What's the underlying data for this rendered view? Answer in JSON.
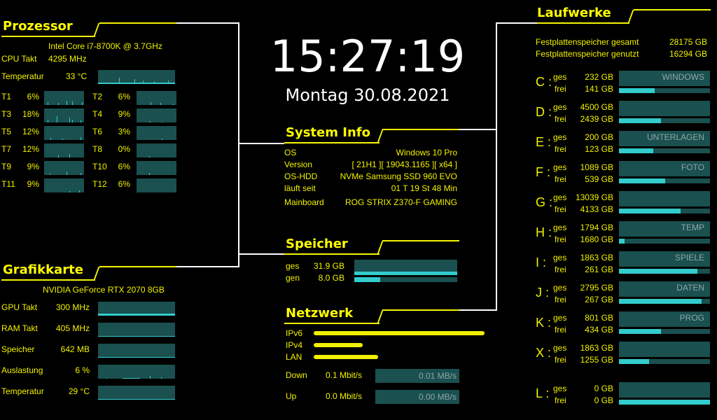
{
  "clock": {
    "time": "15:27:19",
    "date": "Montag 30.08.2021"
  },
  "processor": {
    "title": "Prozessor",
    "model": "Intel Core i7-8700K @ 3.7GHz",
    "cpu_takt_label": "CPU Takt",
    "cpu_takt_value": "4295 MHz",
    "temp_label": "Temperatur",
    "temp_value": "33 °C",
    "threads": [
      {
        "label": "T1",
        "value": "6%"
      },
      {
        "label": "T2",
        "value": "6%"
      },
      {
        "label": "T3",
        "value": "18%"
      },
      {
        "label": "T4",
        "value": "9%"
      },
      {
        "label": "T5",
        "value": "12%"
      },
      {
        "label": "T6",
        "value": "3%"
      },
      {
        "label": "T7",
        "value": "12%"
      },
      {
        "label": "T8",
        "value": "0%"
      },
      {
        "label": "T9",
        "value": "9%"
      },
      {
        "label": "T10",
        "value": "6%"
      },
      {
        "label": "T11",
        "value": "9%"
      },
      {
        "label": "T12",
        "value": "6%"
      }
    ]
  },
  "gpu": {
    "title": "Grafikkarte",
    "model": "NVIDIA GeForce RTX 2070 8GB",
    "rows": [
      {
        "label": "GPU Takt",
        "value": "300 MHz"
      },
      {
        "label": "RAM Takt",
        "value": "405 MHz"
      },
      {
        "label": "Speicher",
        "value": "642 MB"
      },
      {
        "label": "Auslastung",
        "value": "6  %"
      },
      {
        "label": "Temperatur",
        "value": "29 °C"
      }
    ]
  },
  "system_info": {
    "title": "System Info",
    "rows": [
      {
        "label": "OS",
        "value": "Windows 10 Pro"
      },
      {
        "label": "Version",
        "value": "[ 21H1 ][ 19043.1165 ][ x64 ]"
      },
      {
        "label": "OS-HDD",
        "value": "NVMe Samsung SSD 960 EVO"
      },
      {
        "label": "läuft seit",
        "value": "01 T 19 St 48 Min"
      },
      {
        "label": "Mainboard",
        "value": "ROG STRIX Z370-F GAMING"
      }
    ]
  },
  "memory": {
    "title": "Speicher",
    "ges_label": "ges",
    "ges_value": "31.9 GB",
    "gen_label": "gen",
    "gen_value": "8.0 GB",
    "used_percent": 25
  },
  "network": {
    "title": "Netzwerk",
    "ipv6_label": "IPv6",
    "ipv4_label": "IPv4",
    "lan_label": "LAN",
    "down_label": "Down",
    "down_value": "0.1 Mbit/s",
    "down_rate": "0.01 MB/s",
    "up_label": "Up",
    "up_value": "0.0 Mbit/s",
    "up_rate": "0.00 MB/s"
  },
  "drives": {
    "title": "Laufwerke",
    "total_label": "Festplattenspeicher gesamt",
    "total_value": "28175 GB",
    "used_label": "Festplattenspeicher genutzt",
    "used_value": "16294 GB",
    "ges_label": "ges",
    "frei_label": "frei",
    "list": [
      {
        "letter": "C :",
        "ges": "232 GB",
        "frei": "141 GB",
        "name": "WINDOWS",
        "bar": 39
      },
      {
        "letter": "D :",
        "ges": "4500 GB",
        "frei": "2439 GB",
        "name": "",
        "bar": 46
      },
      {
        "letter": "E :",
        "ges": "200 GB",
        "frei": "123 GB",
        "name": "UNTERLAGEN",
        "bar": 38
      },
      {
        "letter": "F :",
        "ges": "1089 GB",
        "frei": "539 GB",
        "name": "FOTO",
        "bar": 51
      },
      {
        "letter": "G :",
        "ges": "13039 GB",
        "frei": "4133 GB",
        "name": "",
        "bar": 68
      },
      {
        "letter": "H :",
        "ges": "1794 GB",
        "frei": "1680 GB",
        "name": "TEMP",
        "bar": 6
      },
      {
        "letter": "I :",
        "ges": "1863 GB",
        "frei": "261 GB",
        "name": "SPIELE",
        "bar": 86
      },
      {
        "letter": "J :",
        "ges": "2795 GB",
        "frei": "267 GB",
        "name": "DATEN",
        "bar": 91
      },
      {
        "letter": "K :",
        "ges": "801 GB",
        "frei": "434 GB",
        "name": "PROG",
        "bar": 46
      },
      {
        "letter": "X :",
        "ges": "1863 GB",
        "frei": "1255 GB",
        "name": "",
        "bar": 33
      },
      {
        "letter": "L :",
        "ges": "0 GB",
        "frei": "0 GB",
        "name": "",
        "bar": 100
      }
    ]
  }
}
